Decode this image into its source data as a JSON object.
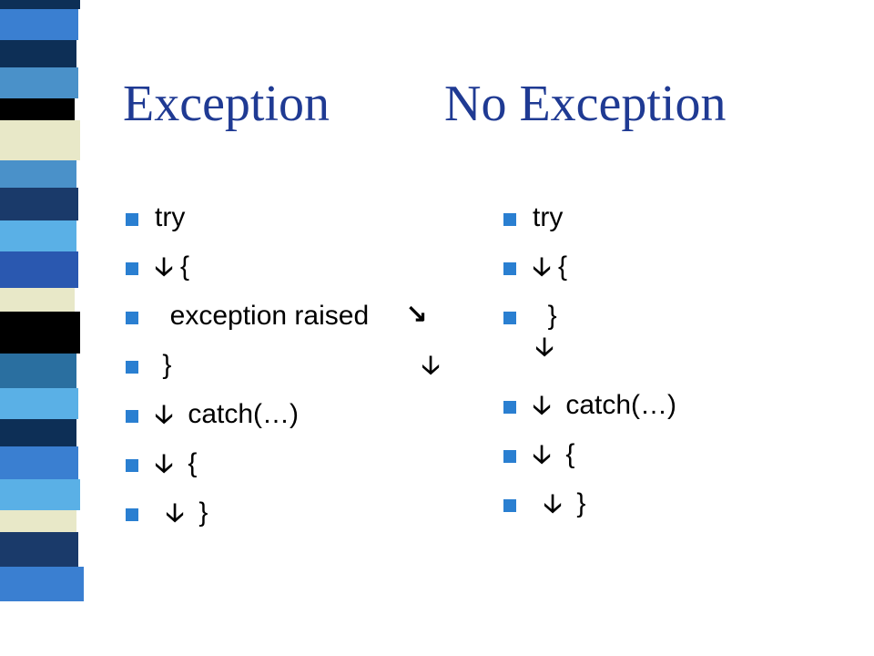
{
  "colors": {
    "title": "#1f3a93",
    "bullet": "#2a7fd1",
    "stripes": [
      "#0d2f56",
      "#3a7fd1",
      "#0d2f56",
      "#4a91c9",
      "#000000",
      "#e8e8c8",
      "#4a91c9",
      "#1a3a6a",
      "#5ab0e6",
      "#2a58b0",
      "#e8e8c8",
      "#000000",
      "#2a6fa0",
      "#5ab0e6",
      "#0d2f56",
      "#3a7fd1",
      "#5ab0e6",
      "#e8e8c8",
      "#1a3a6a",
      "#3a7fd1"
    ]
  },
  "icons": {
    "down_arrow": "down-arrow-icon",
    "diagonal_arrow": "down-right-arrow-icon"
  },
  "slide": {
    "title_left": "Exception",
    "title_right": "No Exception",
    "left": {
      "lines": [
        {
          "text": "try"
        },
        {
          "text": "{",
          "arrow_before": "🡣"
        },
        {
          "text": "  exception raised",
          "arrow_after": "↘"
        },
        {
          "text": " }",
          "arrow_far": "🡣"
        },
        {
          "text": " catch(…)",
          "arrow_before": "🡣"
        },
        {
          "text": " {",
          "arrow_before": "🡣"
        },
        {
          "text": " }",
          "arrow_before": "🡣"
        }
      ]
    },
    "right": {
      "lines": [
        {
          "text": "try"
        },
        {
          "text": "{",
          "arrow_before": "🡣"
        },
        {
          "text": "  }"
        },
        {
          "text": "",
          "arrow_before": "🡣"
        },
        {
          "text": " catch(…)",
          "arrow_before": "🡣"
        },
        {
          "text": " {",
          "arrow_before": "🡣"
        },
        {
          "text": " }",
          "arrow_before": "🡣"
        }
      ]
    }
  }
}
